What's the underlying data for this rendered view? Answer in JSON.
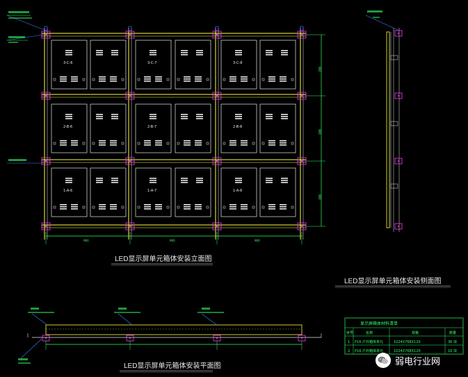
{
  "titles": {
    "elevation": "LED显示屏单元箱体安装立面图",
    "side": "LED显示屏单元箱体安装侧面图",
    "plan": "LED显示屏单元箱体安装平面图"
  },
  "cabinet_labels": [
    [
      "3-C-6",
      "3-C-7",
      "3-C-8"
    ],
    [
      "2-B-6",
      "2-B-7",
      "2-B-8"
    ],
    [
      "1-A-6",
      "1-A-7",
      "1-A-8"
    ]
  ],
  "dims": {
    "bottom": [
      "960",
      "960",
      "960"
    ],
    "right": [
      "960",
      "960",
      "960"
    ]
  },
  "materials_table": {
    "title": "显示屏箱体材料清单",
    "headers": [
      "序号",
      "名称",
      "规格",
      "数量"
    ],
    "rows": [
      [
        "1",
        "P16 户外箱体单元",
        "1024X768X120",
        "36 块"
      ],
      [
        "2",
        "P16 户外箱体单元",
        "1024X768X120",
        "16 块"
      ]
    ]
  },
  "watermark": {
    "text": "弱电行业网",
    "icon": "wechat-icon"
  },
  "colors": {
    "background": "#000000",
    "lines": "#e8e8e8",
    "dimension": "#33ff66",
    "brackets": "#ff33ff",
    "columns": "#ffff44",
    "leader": "#3f7fff"
  }
}
